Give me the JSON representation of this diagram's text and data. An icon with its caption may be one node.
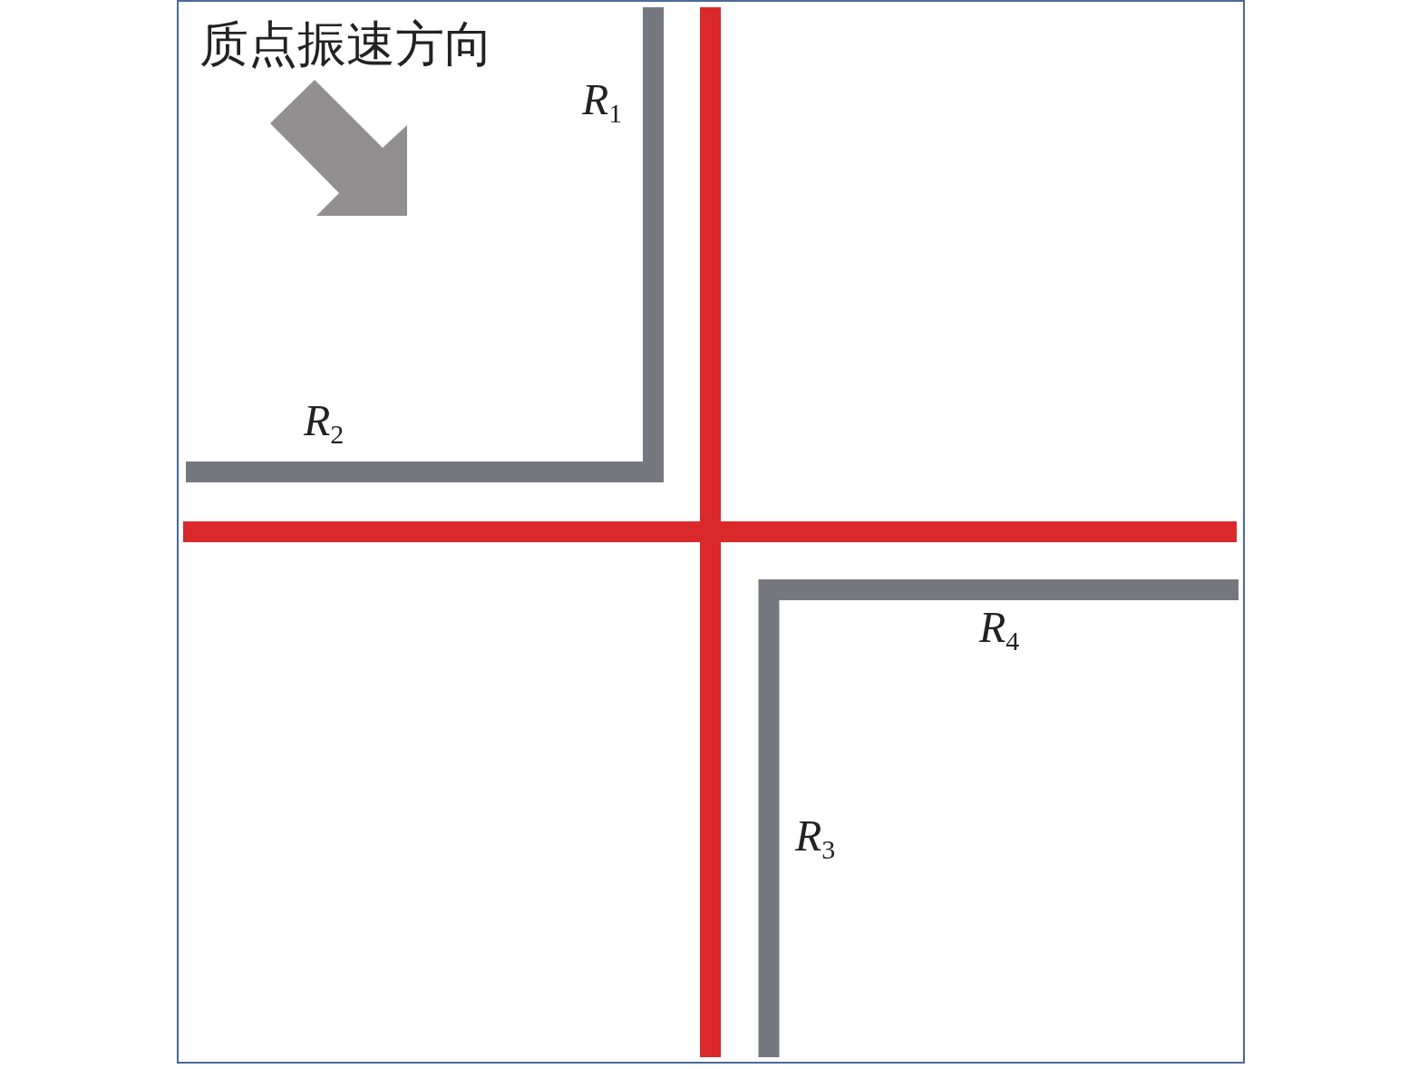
{
  "diagram": {
    "labels": [
      "质点振速方向",
      "*R*$_{1}$",
      "*R*$_{2}$",
      "*R*$_{4}$",
      "*R*$_{3}$"
    ]
  }
}
